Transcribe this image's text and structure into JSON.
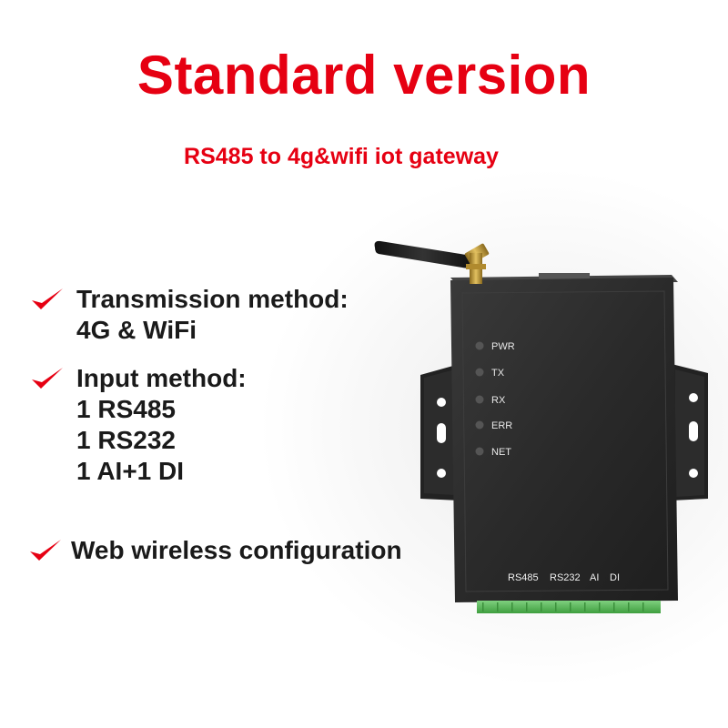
{
  "title": "Standard version",
  "subtitle": "RS485 to 4g&wifi iot gateway",
  "features": [
    {
      "label": "Transmission method:",
      "details": [
        "4G & WiFi"
      ]
    },
    {
      "label": "Input method:",
      "details": [
        "1 RS485",
        "1 RS232",
        "1 AI+1 DI"
      ]
    },
    {
      "label": "Web wireless configuration",
      "details": []
    }
  ],
  "device": {
    "leds": [
      "PWR",
      "TX",
      "RX",
      "ERR",
      "NET"
    ],
    "ports": [
      "RS485",
      "RS232",
      "AI",
      "DI"
    ]
  },
  "colors": {
    "accent": "#e60012",
    "text": "#1a1a1a",
    "device_body": "#2b2b2b",
    "terminal": "#5cb85c"
  }
}
